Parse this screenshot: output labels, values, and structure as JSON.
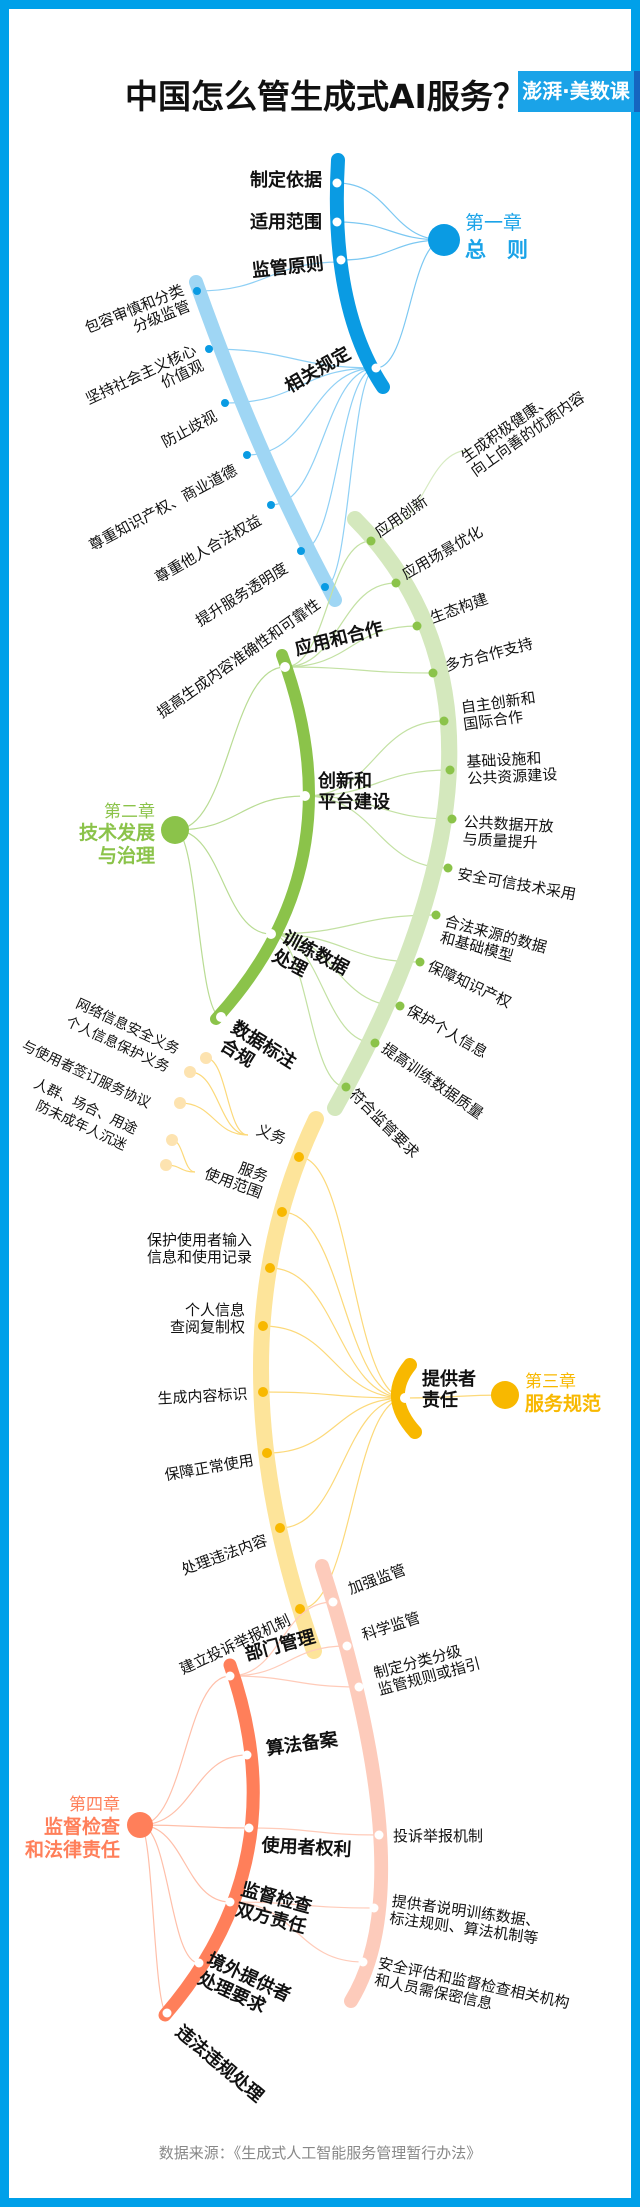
{
  "title": "中国怎么管生成式AI服务？",
  "logo": "澎湃·美数课",
  "colors": {
    "frame": "#00a0e9",
    "ch1": "#0a9be3",
    "ch1_light": "#9fd6f4",
    "ch2": "#8bc34a",
    "ch2_light": "#d4e8bd",
    "ch3": "#f8b800",
    "ch3_light": "#fde49a",
    "ch4": "#ff7f5a",
    "ch4_light": "#fdcbbb"
  },
  "ch1": {
    "chapter": "第一章",
    "name": "总　则",
    "items": [
      "制定依据",
      "适用范围",
      "监管原则",
      "相关规定"
    ],
    "rules": [
      "包容审慎和分类\n分级监管",
      "坚持社会主义核心\n价值观",
      "防止歧视",
      "尊重知识产权、商业道德",
      "尊重他人合法权益",
      "提升服务透明度",
      "提高生成内容准确性和可靠性"
    ]
  },
  "ch2": {
    "chapter": "第二章",
    "name": "技术发展\n与治理",
    "items": [
      "应用和合作",
      "创新和\n平台建设",
      "训练数据\n处理",
      "数据标注\n合规"
    ],
    "details": [
      "应用创新",
      "应用场景优化",
      "生态构建",
      "多方合作支持",
      "自主创新和\n国际合作",
      "基础设施和\n公共资源建设",
      "公共数据开放\n与质量提升",
      "安全可信技术采用",
      "合法来源的数据\n和基础模型",
      "保障知识产权",
      "保护个人信息",
      "提高训练数据质量",
      "符合监管要求"
    ],
    "innovation_note": "生成积极健康、\n向上向善的优质内容"
  },
  "ch3": {
    "chapter": "第三章",
    "name": "服务规范",
    "hub": "提供者\n责任",
    "items": [
      "义务",
      "服务\n使用范围",
      "保护使用者输入\n信息和使用记录",
      "个人信息\n查阅复制权",
      "生成内容标识",
      "保障正常使用",
      "处理违法内容",
      "建立投诉举报机制"
    ],
    "duties": [
      "网络信息安全义务",
      "个人信息保护义务",
      "与使用者签订服务协议"
    ],
    "scope": [
      "人群、场合、用途",
      "防未成年人沉迷"
    ]
  },
  "ch4": {
    "chapter": "第四章",
    "name": "监督检查\n和法律责任",
    "items": [
      "部门管理",
      "算法备案",
      "使用者权利",
      "监督检查\n双方责任",
      "境外提供者\n处理要求",
      "违法违规处理"
    ],
    "details": [
      "加强监管",
      "科学监管",
      "制定分类分级\n监管规则或指引",
      "投诉举报机制",
      "提供者说明训练数据、\n标注规则、算法机制等",
      "安全评估和监督检查相关机构\n和人员需保密信息"
    ]
  },
  "footer": "数据来源：《生成式人工智能服务管理暂行办法》"
}
